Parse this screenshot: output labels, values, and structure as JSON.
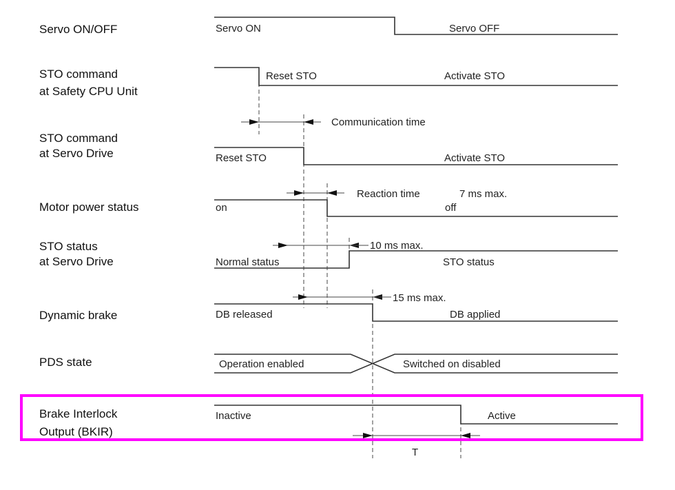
{
  "rows": [
    {
      "label_lines": [
        "Servo ON/OFF"
      ],
      "states": [
        "Servo ON",
        "Servo OFF"
      ]
    },
    {
      "label_lines": [
        "STO command",
        "at Safety CPU Unit"
      ],
      "states": [
        "Reset STO",
        "Activate STO"
      ]
    },
    {
      "label_lines": [
        "STO command",
        "at Servo Drive"
      ],
      "states": [
        "Reset STO",
        "Activate STO"
      ]
    },
    {
      "label_lines": [
        "Motor power status"
      ],
      "states": [
        "on",
        "off"
      ]
    },
    {
      "label_lines": [
        "STO status",
        "at Servo Drive"
      ],
      "states": [
        "Normal status",
        "STO status"
      ]
    },
    {
      "label_lines": [
        "Dynamic brake"
      ],
      "states": [
        "DB released",
        "DB applied"
      ]
    },
    {
      "label_lines": [
        "PDS state"
      ],
      "states": [
        "Operation enabled",
        "Switched on disabled"
      ]
    },
    {
      "label_lines": [
        "Brake Interlock",
        "Output (BKIR)"
      ],
      "states": [
        "Inactive",
        "Active"
      ]
    }
  ],
  "annotations": {
    "communication_time": "Communication time",
    "reaction_time": "Reaction time",
    "reaction_max": "7 ms max.",
    "sto_status_max": "10 ms max.",
    "db_max": "15 ms max.",
    "t_label": "T"
  },
  "highlight": {
    "target": "Brake Interlock Output (BKIR)",
    "color": "#ff00ff"
  }
}
